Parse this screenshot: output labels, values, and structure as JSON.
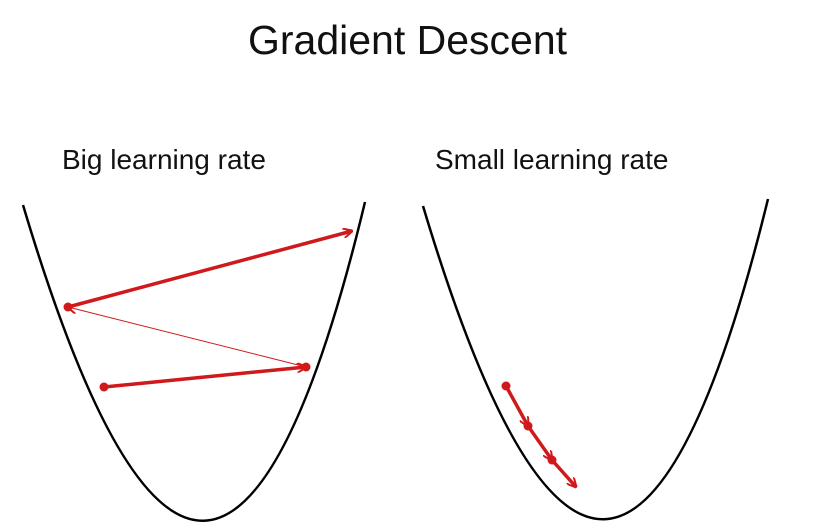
{
  "title": "Gradient Descent",
  "panels": [
    {
      "label": "Big learning rate"
    },
    {
      "label": "Small learning rate"
    }
  ],
  "colors": {
    "curve": "#000000",
    "step": "#d0191c",
    "background": "#ffffff"
  }
}
